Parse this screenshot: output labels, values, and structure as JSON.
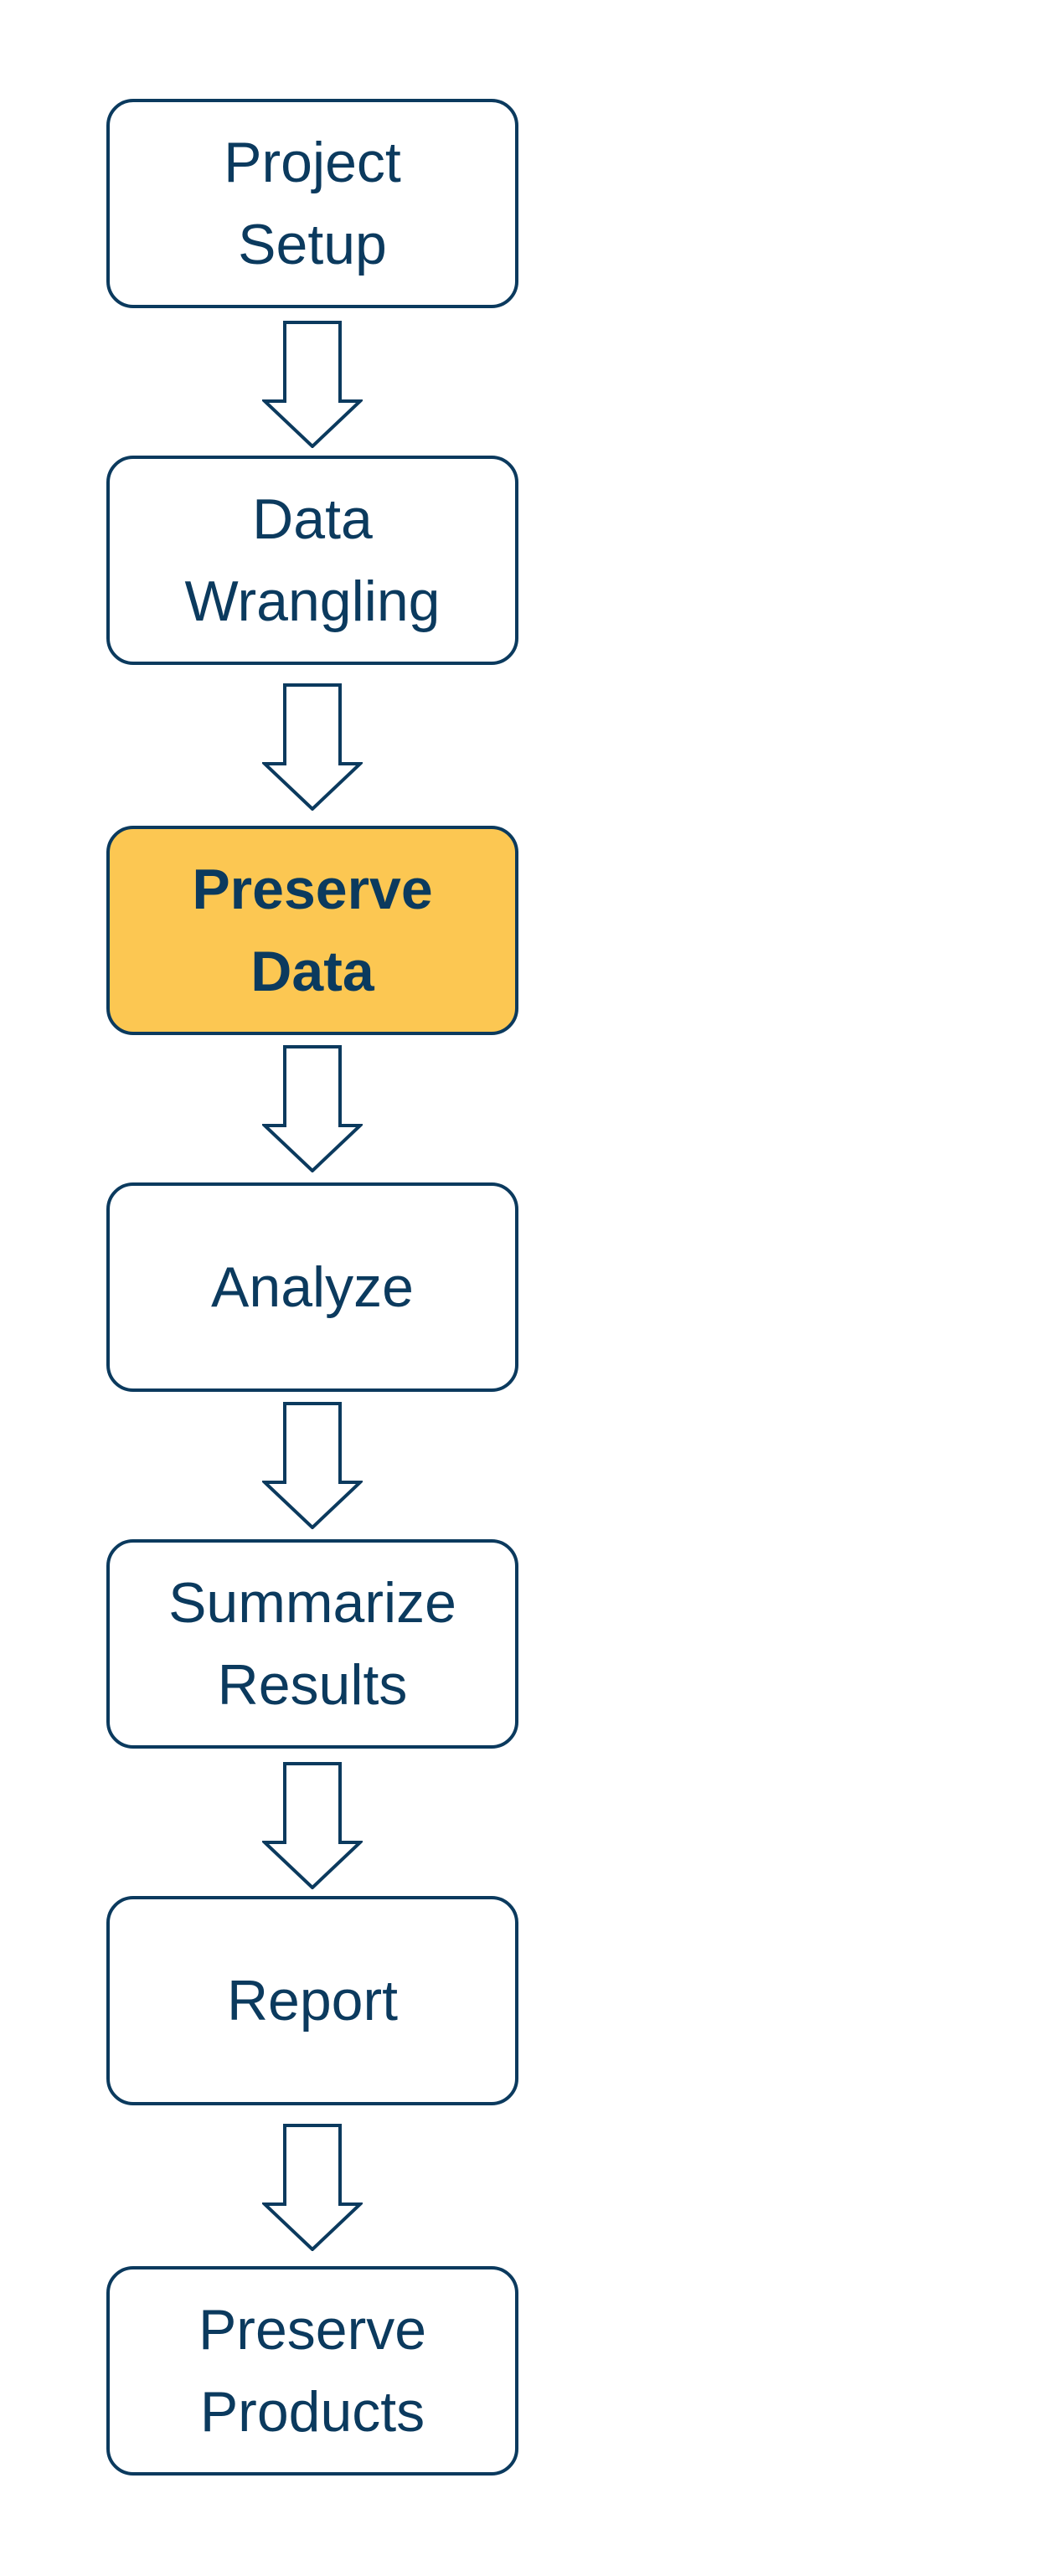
{
  "colors": {
    "stroke": "#0b3a5e",
    "text": "#0b3a5e",
    "highlight_fill": "#fcc752",
    "box_fill": "#ffffff"
  },
  "steps": [
    {
      "label": "Project\nSetup",
      "highlighted": false
    },
    {
      "label": "Data\nWrangling",
      "highlighted": false
    },
    {
      "label": "Preserve\nData",
      "highlighted": true
    },
    {
      "label": "Analyze",
      "highlighted": false
    },
    {
      "label": "Summarize\nResults",
      "highlighted": false
    },
    {
      "label": "Report",
      "highlighted": false
    },
    {
      "label": "Preserve\nProducts",
      "highlighted": false
    }
  ]
}
